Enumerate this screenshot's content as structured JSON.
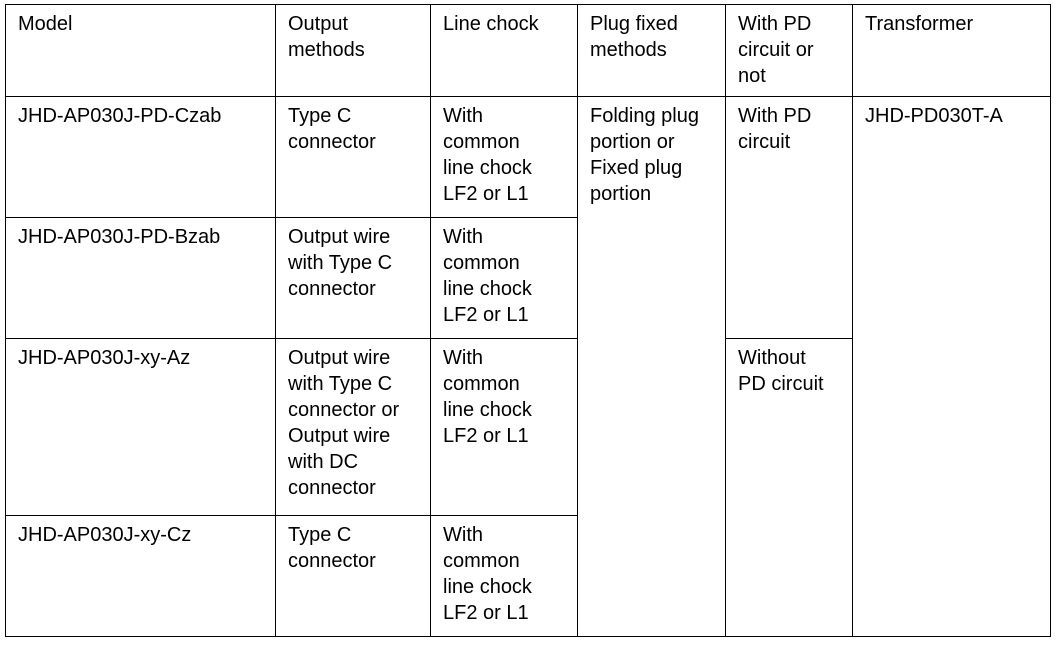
{
  "document": {
    "type": "specification-table",
    "background_color": "#ffffff",
    "text_color": "#000000",
    "border_color": "#000000"
  },
  "table": {
    "columns": [
      {
        "key": "model",
        "header": "Model"
      },
      {
        "key": "output",
        "header": "Output\nmethods"
      },
      {
        "key": "chock",
        "header": "Line chock"
      },
      {
        "key": "plug",
        "header": "Plug fixed\nmethods"
      },
      {
        "key": "pd",
        "header": "With PD\ncircuit or\nnot"
      },
      {
        "key": "transformer",
        "header": "Transformer"
      }
    ],
    "rows": [
      {
        "model": "JHD-AP030J-PD-Czab",
        "output": "Type C\nconnector",
        "chock": "With\ncommon\nline chock\nLF2 or L1",
        "plug": "Folding plug\nportion or\nFixed plug\nportion",
        "pd": "With PD\ncircuit",
        "transformer": "JHD-PD030T-A"
      },
      {
        "model": "JHD-AP030J-PD-Bzab",
        "output": "Output wire\nwith Type C\nconnector",
        "chock": "With\ncommon\nline chock\nLF2 or L1",
        "plug": null,
        "pd": null,
        "transformer": null
      },
      {
        "model": "JHD-AP030J-xy-Az",
        "output": "Output wire\nwith Type C\nconnector or\nOutput wire\nwith DC\nconnector",
        "chock": "With\ncommon\nline chock\nLF2 or L1",
        "plug": null,
        "pd": "Without\nPD circuit",
        "transformer": null
      },
      {
        "model": "JHD-AP030J-xy-Cz",
        "output": "Type C\nconnector",
        "chock": "With\ncommon\nline chock\nLF2 or L1",
        "plug": null,
        "pd": null,
        "transformer": null
      }
    ],
    "merges": {
      "plug_rowspan": 4,
      "pd_with_rowspan": 2,
      "pd_without_rowspan": 2,
      "transformer_rowspan": 4
    }
  }
}
